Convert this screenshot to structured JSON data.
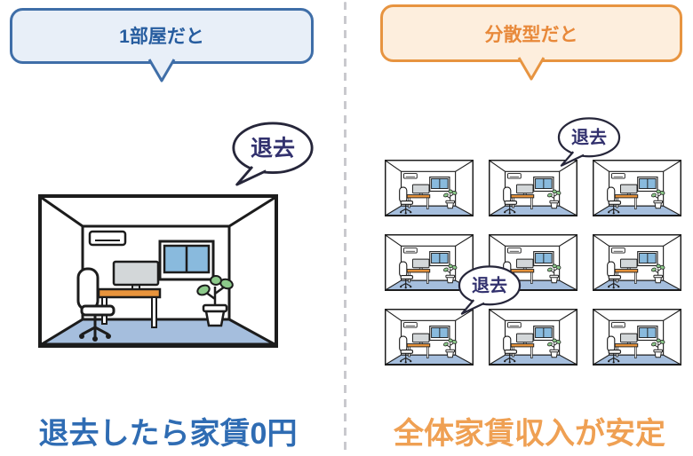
{
  "meta": {
    "background": "#ffffff",
    "divider_color": "#c9c9ce"
  },
  "left_panel": {
    "header_label": "1部屋だと",
    "bubble_label": "退去",
    "caption": "退去したら家賃0円",
    "colors": {
      "box_fill": "#e8eff8",
      "box_border": "#3f6ea8",
      "header_text": "#275d9f",
      "caption_text": "#2f6cb3"
    }
  },
  "right_panel": {
    "header_label": "分散型だと",
    "bubble_labels": [
      "退去",
      "退去"
    ],
    "caption": "全体家賃収入が安定",
    "grid": {
      "rows": 3,
      "cols": 3,
      "rooms": 9
    },
    "colors": {
      "box_fill": "#fdeedd",
      "box_border": "#e79440",
      "header_text": "#e8893a",
      "caption_text": "#efa053"
    }
  },
  "bubble_style": {
    "text_color": "#32316e",
    "outline_color": "#26263a"
  },
  "room_colors": {
    "outline": "#1c1c1c",
    "wall": "#ffffff",
    "floor": "#a5bedd",
    "window": "#89badd",
    "desk": "#e8943c",
    "monitor": "#d3d7d9",
    "plant": "#8cc98a"
  }
}
